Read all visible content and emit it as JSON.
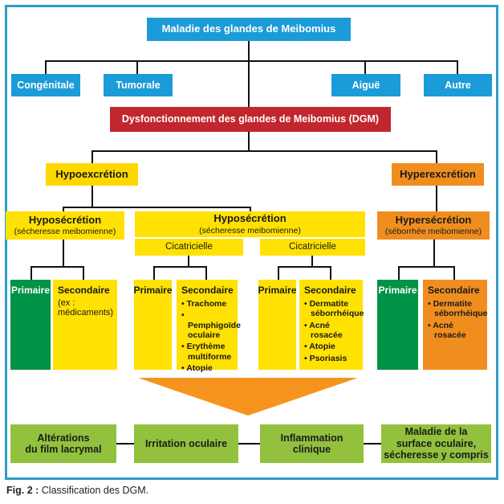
{
  "colors": {
    "border_blue": "#2D9DC8",
    "node_blue": "#1B9BD7",
    "node_red": "#C1272D",
    "node_yellow": "#FFE104",
    "node_orange": "#EF8E1F",
    "node_green": "#009245",
    "node_lime": "#92C13D",
    "arrow_orange": "#F7941E"
  },
  "caption": {
    "label": "Fig. 2 :",
    "text": "Classification des DGM."
  },
  "nodes": {
    "root": "Maladie des glandes de Meibomius",
    "congenitale": "Congénitale",
    "tumorale": "Tumorale",
    "aigue": "Aiguë",
    "autre": "Autre",
    "dgm": "Dysfonctionnement des glandes de Meibomius (DGM)",
    "hypoexcretion": "Hypoexcrétion",
    "hyperexcretion": "Hyperexcrétion",
    "hyposecretion_left": {
      "title": "Hyposécrétion",
      "subtitle": "(sécheresse meibomienne)"
    },
    "hyposecretion_mid": {
      "title": "Hyposécrétion",
      "subtitle": "(sécheresse meibomienne)",
      "sub_left": "Cicatricielle",
      "sub_right": "Cicatricielle"
    },
    "hypersecretion": {
      "title": "Hypersécrétion",
      "subtitle": "(séborrhée meibomienne)"
    },
    "groups": [
      {
        "primaire": "Primaire",
        "secondaire": "Secondaire",
        "note": "(ex :\nmédicaments)",
        "items": []
      },
      {
        "primaire": "Primaire",
        "secondaire": "Secondaire",
        "items": [
          "Trachome",
          "Pemphigoïde oculaire",
          "Erythème multiforme",
          "Atopie"
        ]
      },
      {
        "primaire": "Primaire",
        "secondaire": "Secondaire",
        "items": [
          "Dermatite séborrhéique",
          "Acné rosacée",
          "Atopie",
          "Psoriasis"
        ]
      },
      {
        "primaire": "Primaire",
        "secondaire": "Secondaire",
        "items": [
          "Dermatite séborrhéique",
          "Acné rosacée"
        ]
      }
    ],
    "outcomes": [
      "Altérations\ndu film lacrymal",
      "Irritation oculaire",
      "Inflammation\nclinique",
      "Maladie de la\nsurface oculaire,\nsécheresse y compris"
    ]
  }
}
